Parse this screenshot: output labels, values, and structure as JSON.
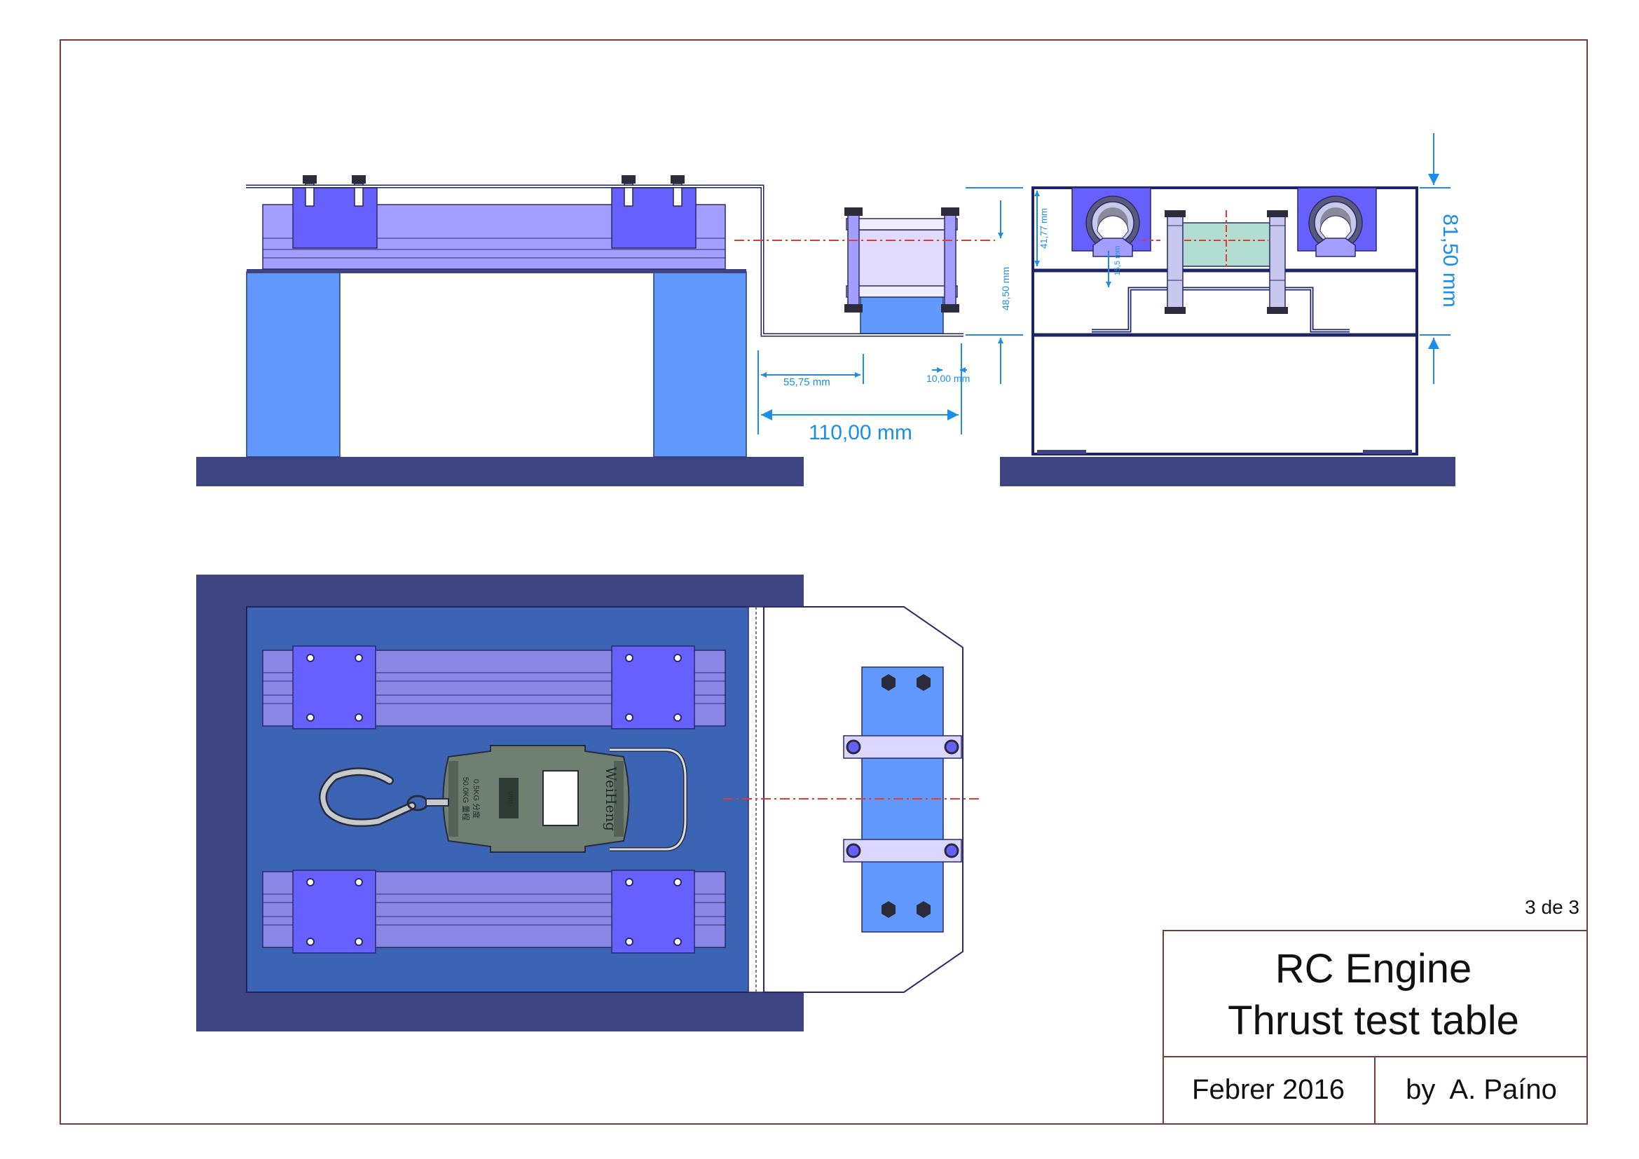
{
  "title_block": {
    "title_line1": "RC Engine",
    "title_line2": "Thrust test table",
    "date": "Febrer 2016",
    "author": "by  A. Paíno",
    "sheet": "3 de 3"
  },
  "dimensions": {
    "main_length": "110,00 mm",
    "offset_length": "55,75 mm",
    "gap": "10,00 mm",
    "height_small": "48,50 mm",
    "total_height": "81,50 mm",
    "bearing_height": "41,77 mm",
    "small_vertical": "15,5 mm"
  },
  "scale": {
    "brand": "WeiHeng",
    "spec1": "0.5KG 分度",
    "spec2": "50.0KG 量程",
    "button": "UNIT"
  },
  "colors": {
    "outline": "#7a3b3b",
    "base_navy": "#3f4583",
    "column_blue": "#6199ff",
    "rail_lavender": "#a39eff",
    "block_blue": "#6660ff",
    "plate_blue": "#3c64b4",
    "dimension": "#1a8ee8",
    "centerline": "#e8392b"
  }
}
